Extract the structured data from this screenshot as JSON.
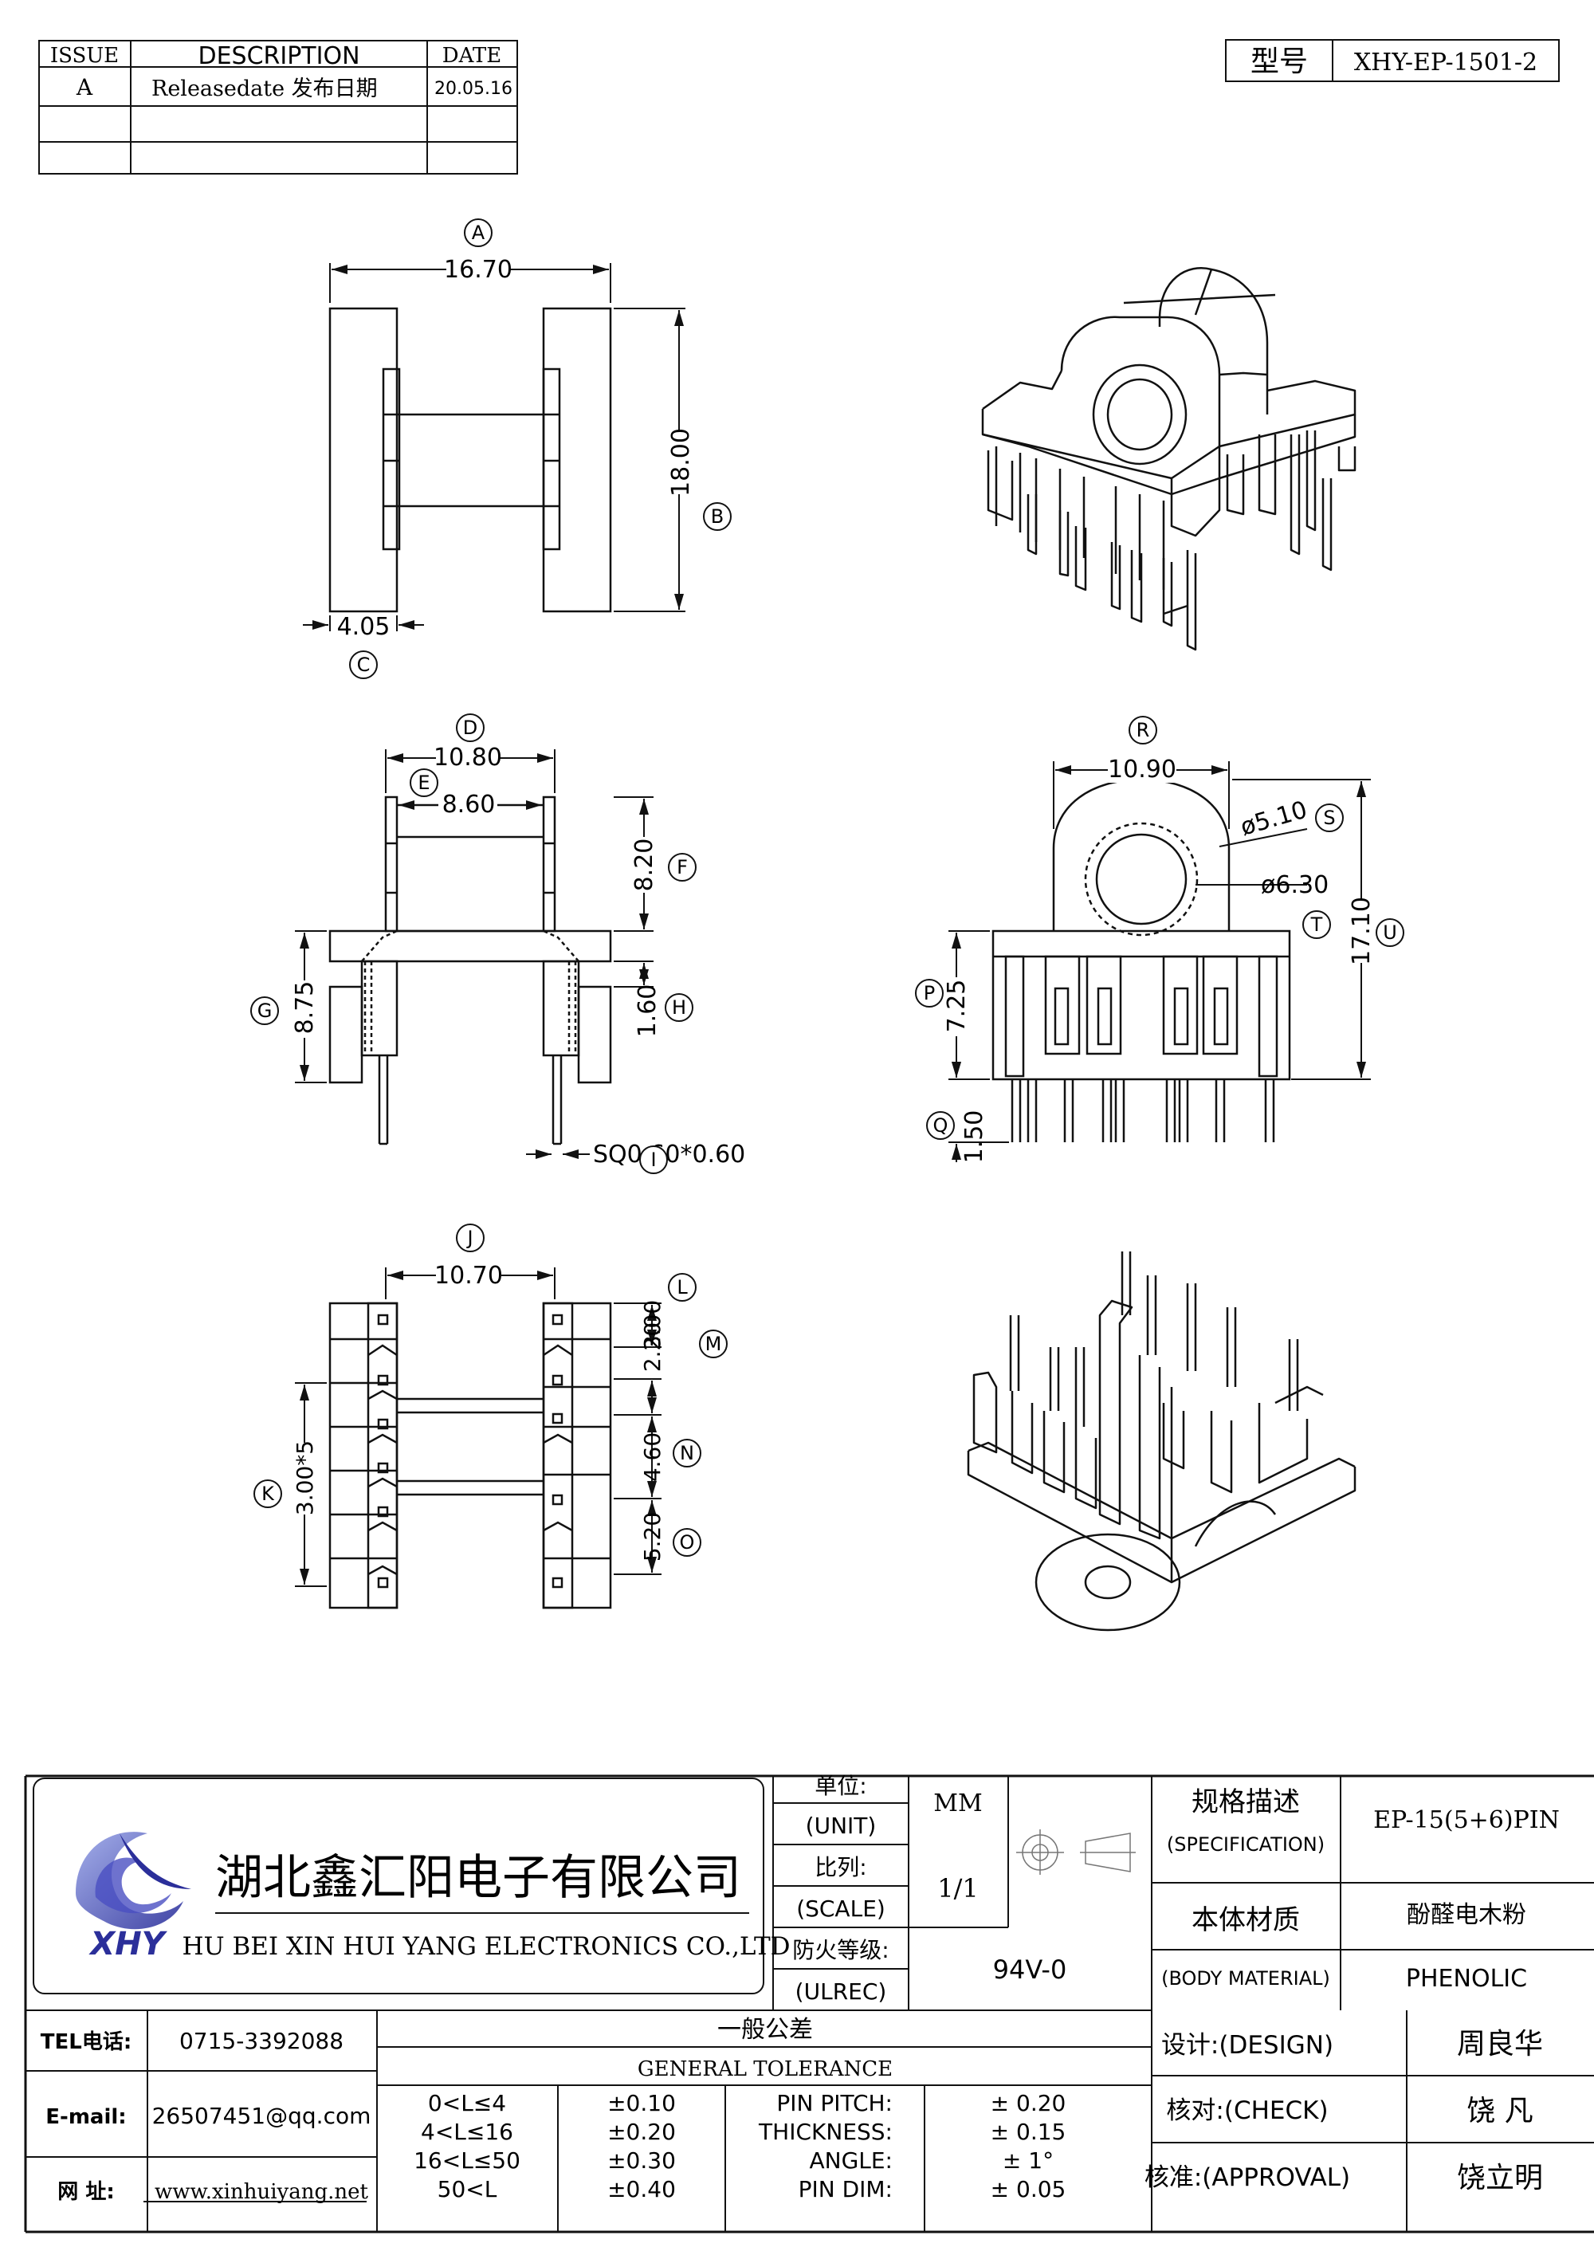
{
  "revision_table": {
    "headers": {
      "issue": "ISSUE",
      "description": "DESCRIPTION",
      "date": "DATE"
    },
    "rows": [
      {
        "issue": "A",
        "description": "Releasedate 发布日期",
        "date": "20.05.16"
      }
    ]
  },
  "model": {
    "label": "型号",
    "value": "XHY-EP-1501-2"
  },
  "dimensions": {
    "A": {
      "letter": "A",
      "value": "16.70"
    },
    "B": {
      "letter": "B",
      "value": "18.00"
    },
    "C": {
      "letter": "C",
      "value": "4.05"
    },
    "D": {
      "letter": "D",
      "value": "10.80"
    },
    "E": {
      "letter": "E",
      "value": "8.60"
    },
    "F": {
      "letter": "F",
      "value": "8.20"
    },
    "G": {
      "letter": "G",
      "value": "8.75"
    },
    "H": {
      "letter": "H",
      "value": "1.60"
    },
    "I": {
      "letter": "I",
      "value": "SQ0.60*0.60"
    },
    "J": {
      "letter": "J",
      "value": "10.70"
    },
    "K": {
      "letter": "K",
      "value": "3.00*5"
    },
    "L": {
      "letter": "L",
      "value": "3.00"
    },
    "M": {
      "letter": "M",
      "value": "2.20"
    },
    "N": {
      "letter": "N",
      "value": "4.60"
    },
    "O": {
      "letter": "O",
      "value": "5.20"
    },
    "P": {
      "letter": "P",
      "value": "7.25"
    },
    "Q": {
      "letter": "Q",
      "value": "1.50"
    },
    "R": {
      "letter": "R",
      "value": "10.90"
    },
    "S": {
      "letter": "S",
      "value": "ø5.10"
    },
    "T": {
      "letter": "T",
      "value": "ø6.30"
    },
    "U": {
      "letter": "U",
      "value": "17.10"
    }
  },
  "title_block": {
    "company_cn": "湖北鑫汇阳电子有限公司",
    "company_en": "HU BEI XIN HUI YANG ELECTRONICS CO.,LTD",
    "unit_cn": "单位:",
    "unit_en": "(UNIT)",
    "unit_value": "MM",
    "scale_cn": "比列:",
    "scale_en": "(SCALE)",
    "scale_value": "1/1",
    "fire_cn": "防火等级:",
    "fire_en": "(ULREC)",
    "fire_value": "94V-0",
    "spec_cn": "规格描述",
    "spec_en": "(SPECIFICATION)",
    "spec_value": "EP-15(5+6)PIN",
    "material_cn": "本体材质",
    "material_en": "(BODY MATERIAL)",
    "material_value_cn": "酚醛电木粉",
    "material_value_en": "PHENOLIC",
    "tel_label": "TEL电话:",
    "tel": "0715-3392088",
    "email_label": "E-mail:",
    "email": "26507451@qq.com",
    "web_label": "网  址:",
    "web": "www.xinhuiyang.net",
    "tolerance_cn": "一般公差",
    "tolerance_en": "GENERAL TOLERANCE",
    "tolerances": [
      {
        "range": "0<L≤4",
        "value": "±0.10"
      },
      {
        "range": "4<L≤16",
        "value": "±0.20"
      },
      {
        "range": "16<L≤50",
        "value": "±0.30"
      },
      {
        "range": "50<L",
        "value": "±0.40"
      }
    ],
    "pin_tolerances": [
      {
        "label": "PIN PITCH:",
        "value": "± 0.20"
      },
      {
        "label": "THICKNESS:",
        "value": "± 0.15"
      },
      {
        "label": "ANGLE:",
        "value": "± 1°"
      },
      {
        "label": "PIN DIM:",
        "value": "± 0.05"
      }
    ],
    "design_label": "设计:(DESIGN)",
    "design_name": "周良华",
    "check_label": "核对:(CHECK)",
    "check_name": "饶  凡",
    "approval_label": "核准:(APPROVAL)",
    "approval_name": "饶立明"
  },
  "logo_text": "XHY"
}
